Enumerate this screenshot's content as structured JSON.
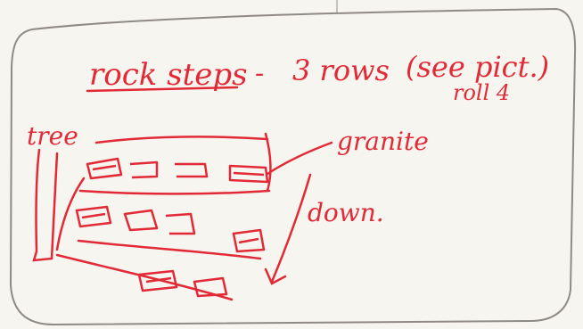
{
  "note": {
    "title": "rock steps",
    "dash": "-",
    "rows_text": "3 rows",
    "see_picture": "(see pict.)",
    "roll": "roll 4",
    "label_tree": "tree",
    "label_granite": "granite",
    "label_down": "down."
  },
  "colors": {
    "paper": "#f7f5f0",
    "pencil_border": "#8f8b84",
    "ink": "#e22a36"
  }
}
